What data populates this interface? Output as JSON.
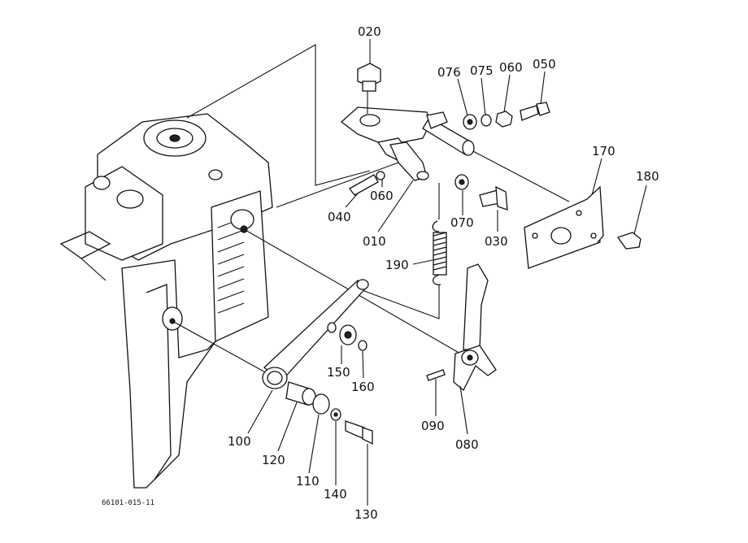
{
  "part_labels": {
    "p020": "020",
    "p076": "076",
    "p075": "075",
    "p060a": "060",
    "p050": "050",
    "p170": "170",
    "p180": "180",
    "p040": "040",
    "p060b": "060",
    "p070": "070",
    "p010": "010",
    "p030": "030",
    "p190": "190",
    "p150": "150",
    "p160": "160",
    "p090": "090",
    "p080": "080",
    "p100": "100",
    "p120": "120",
    "p110": "110",
    "p140": "140",
    "p130": "130"
  },
  "footer_code": "66101-015-11"
}
